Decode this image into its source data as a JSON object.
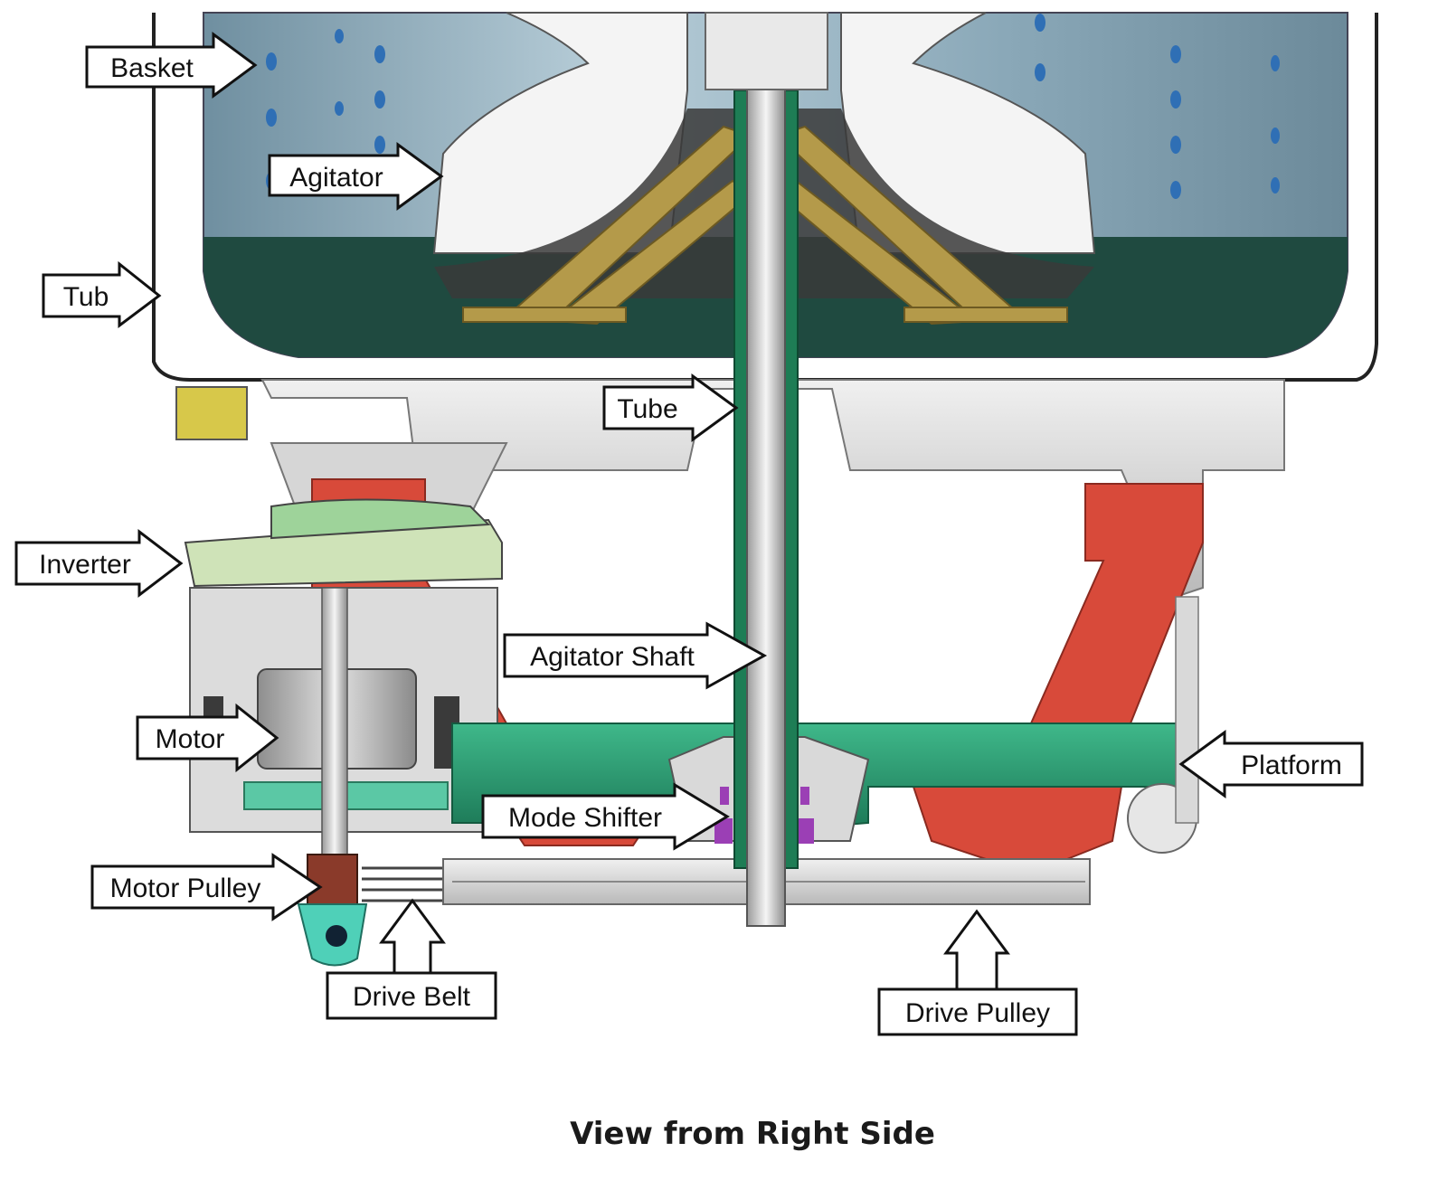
{
  "caption": "View from Right Side",
  "labels": {
    "basket": "Basket",
    "agitator": "Agitator",
    "tub": "Tub",
    "tube": "Tube",
    "inverter": "Inverter",
    "agitator_shaft": "Agitator  Shaft",
    "motor": "Motor",
    "platform": "Platform",
    "mode_shifter": "Mode  Shifter",
    "motor_pulley": "Motor  Pulley",
    "drive_belt": "Drive  Belt",
    "drive_pulley": "Drive  Pulley"
  },
  "colors": {
    "basket": "#7f9fb0",
    "basket_light": "#b6cdd8",
    "tub_dark": "#1f4a40",
    "agitator": "#f4f4f4",
    "brass": "#b49a4a",
    "shaft_green": "#1e7d55",
    "platform": "#2fa37a",
    "bracket_red": "#d84a3a",
    "inverter": "#cfe3b8",
    "motor_gray": "#bfbfbf",
    "mode_shifter": "#9b3fb5",
    "grey_structure": "#d2d2d2"
  }
}
